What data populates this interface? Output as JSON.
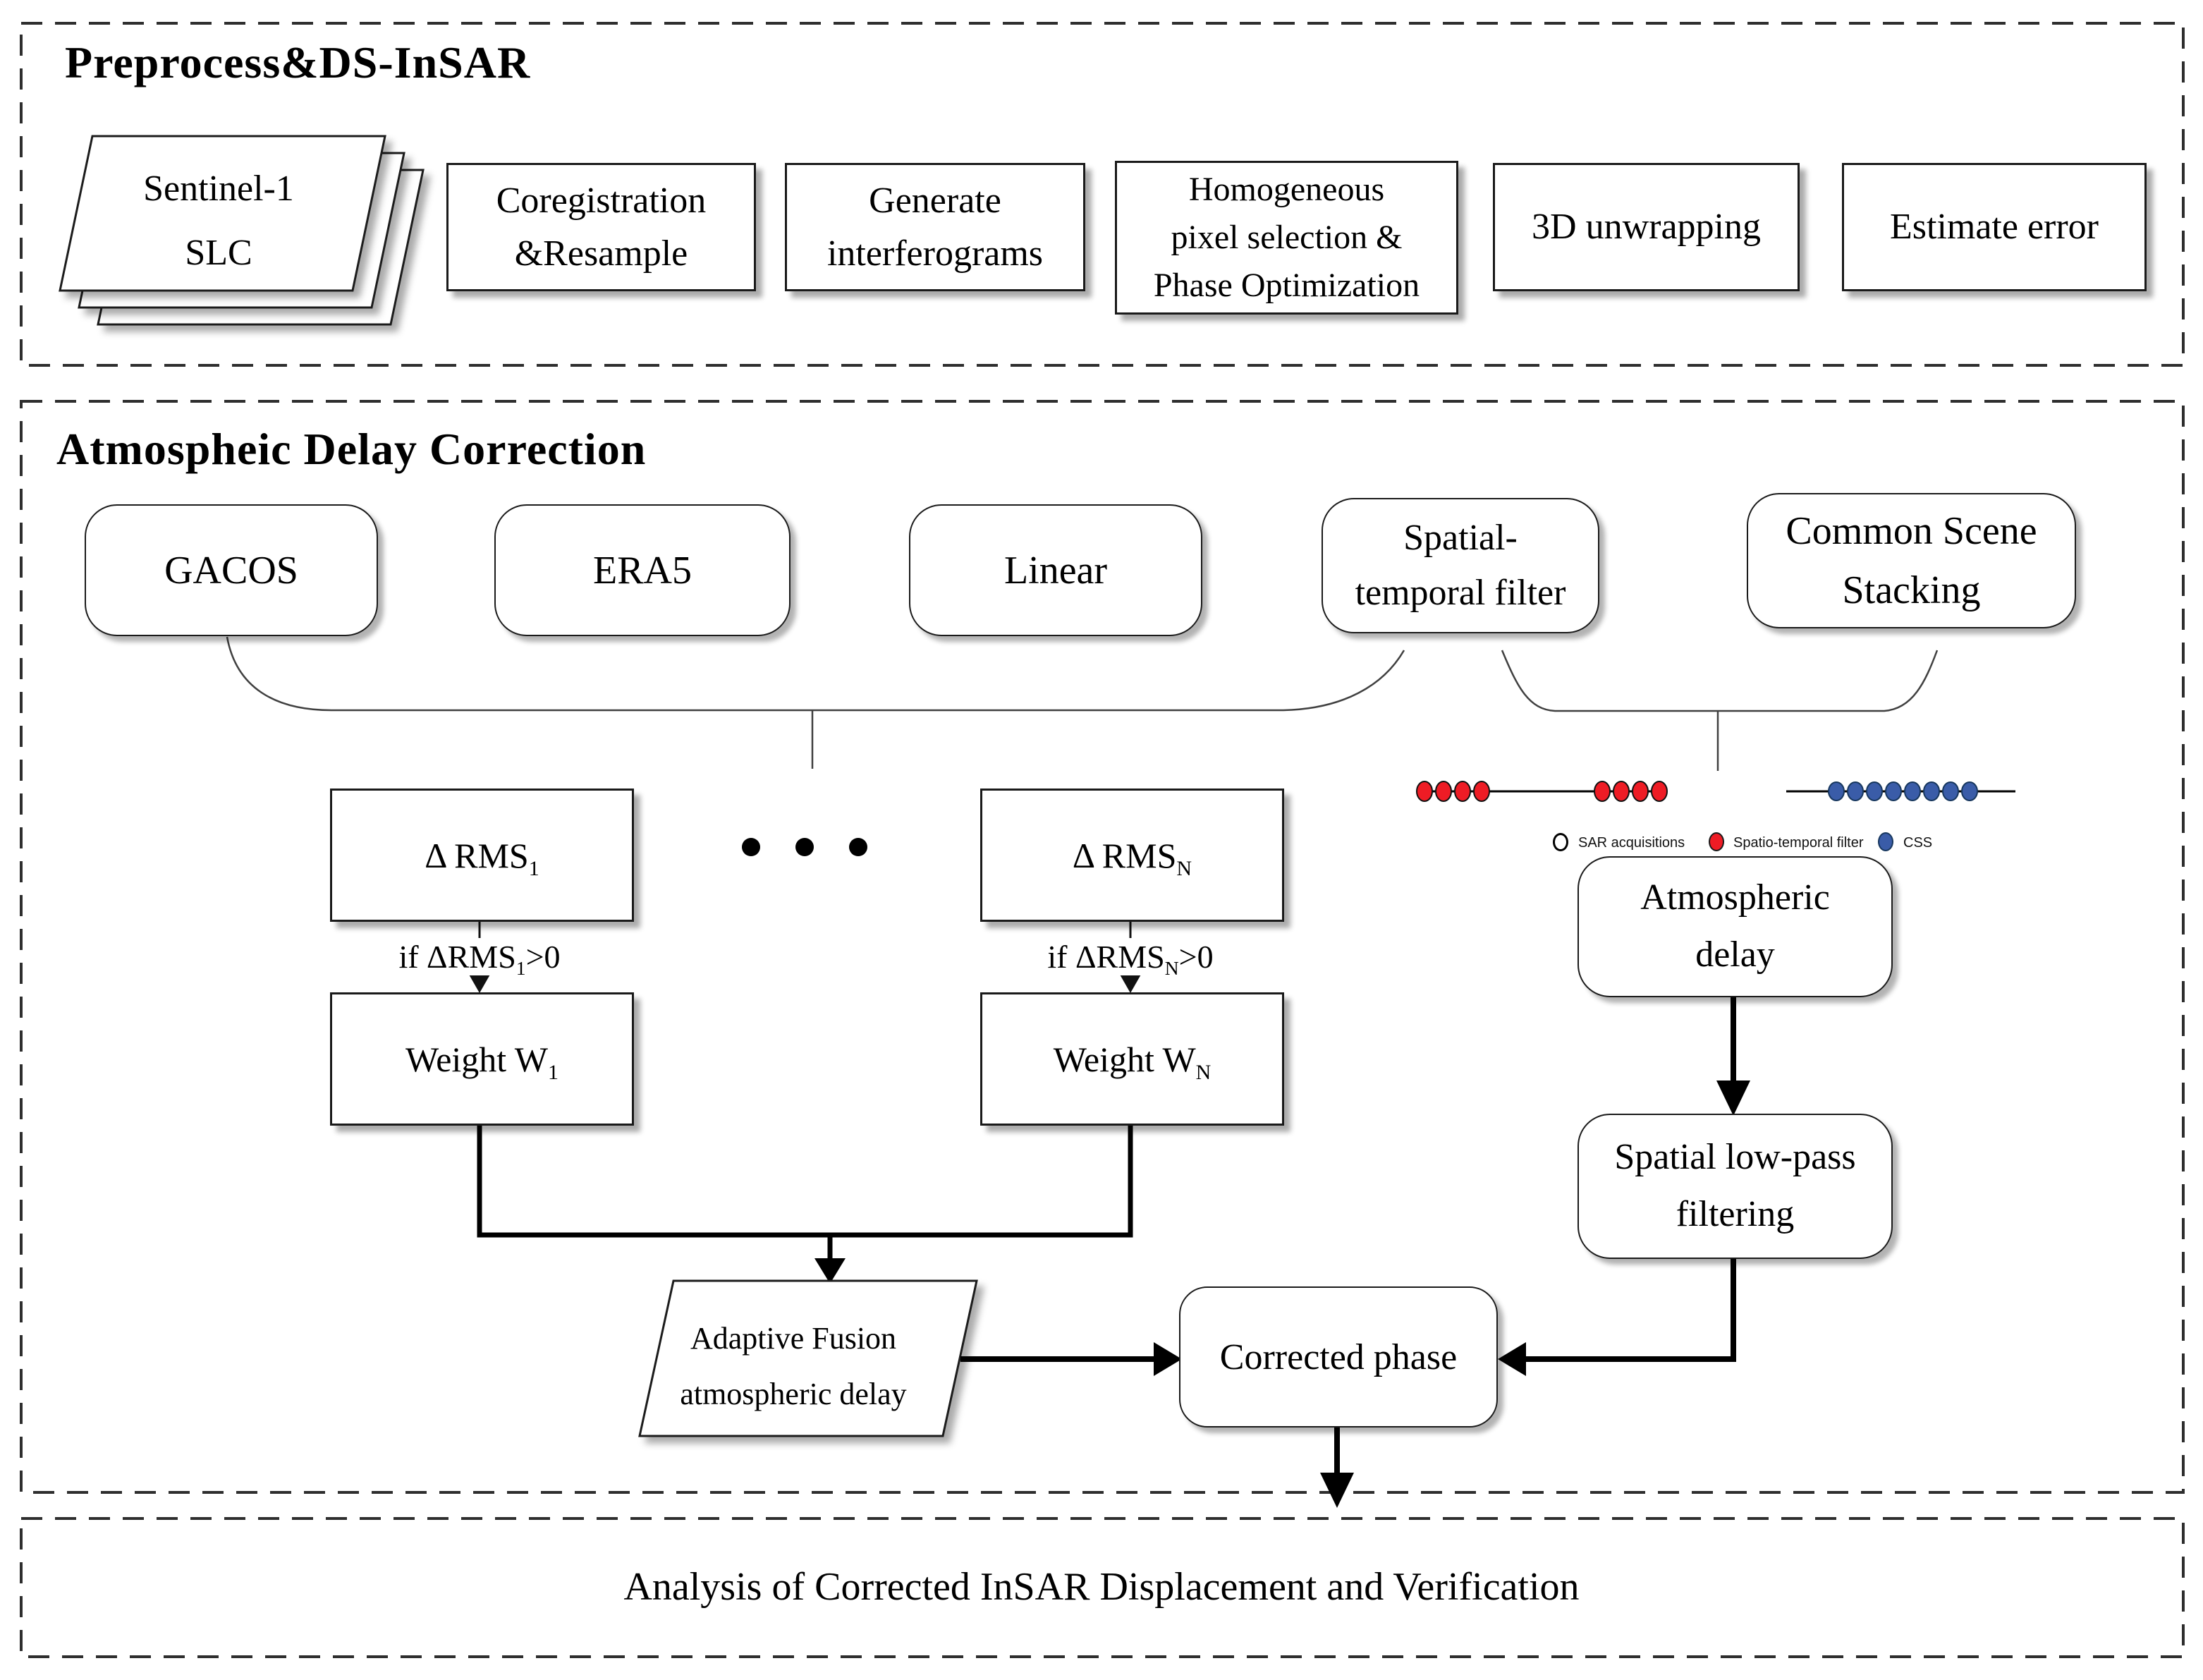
{
  "preprocess": {
    "title": "Preprocess&DS-InSAR",
    "slc": "Sentinel-1\nSLC",
    "steps": [
      "Coregistration\n&Resample",
      "Generate\ninterferograms",
      "Homogeneous\npixel selection &\nPhase Optimization",
      "3D unwrapping",
      "Estimate error"
    ]
  },
  "atmospheric": {
    "title": "Atmospheic Delay Correction",
    "methods": [
      "GACOS",
      "ERA5",
      "Linear",
      "Spatial-\ntemporal filter",
      "Common Scene\nStacking"
    ],
    "rms_first": {
      "prefix": "Δ RMS",
      "sub": "1"
    },
    "rms_last": {
      "prefix": "Δ RMS",
      "sub": "N"
    },
    "cond_first": {
      "prefix": "if ΔRMS",
      "sub": "1",
      "suffix": ">0"
    },
    "cond_last": {
      "prefix": "if ΔRMS",
      "sub": "N",
      "suffix": ">0"
    },
    "weight_first": {
      "prefix": "Weight W",
      "sub": "1"
    },
    "weight_last": {
      "prefix": "Weight W",
      "sub": "N"
    },
    "atmo_delay": "Atmospheric\ndelay",
    "lowpass": "Spatial low-pass\nfiltering",
    "fusion": "Adaptive Fusion\natmospheric delay",
    "corrected": "Corrected phase",
    "legend": {
      "sar": "SAR acquisitions",
      "stf": "Spatio-temporal filter",
      "css": "CSS"
    },
    "colors": {
      "spatio_temporal_dot": "#ee1c25",
      "css_dot": "#3a5ca8",
      "sar_dot": "#ffffff",
      "line": "#000000"
    }
  },
  "analysis": {
    "title": "Analysis of Corrected InSAR Displacement and Verification"
  }
}
